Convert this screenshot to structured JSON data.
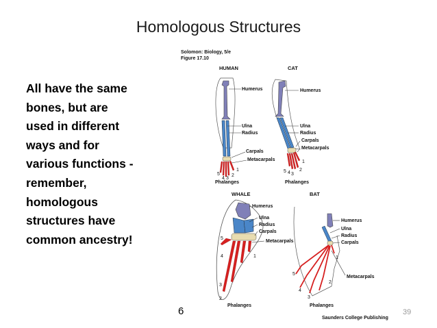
{
  "slide": {
    "title": "Homologous Structures",
    "body_lines": [
      "All have the same",
      "bones, but are",
      "used in different",
      "ways and for",
      "various functions -",
      "remember,",
      "homologous",
      "structures have",
      "common ancestry!"
    ],
    "slide_number": "6",
    "page_number": "39"
  },
  "figure": {
    "source": "Solomon: Biology, 5/e",
    "figure_id": "Figure 17.10",
    "publisher": "Saunders College Publishing",
    "panels": {
      "human": "HUMAN",
      "cat": "CAT",
      "whale": "WHALE",
      "bat": "BAT"
    },
    "labels": {
      "humerus": "Humerus",
      "ulna": "Ulna",
      "radius": "Radius",
      "carpals": "Carpals",
      "metacarpals": "Metacarpals",
      "phalanges": "Phalanges"
    },
    "digits": [
      "1",
      "2",
      "3",
      "4",
      "5"
    ],
    "colors": {
      "humerus": "#8080b8",
      "ulna_radius": "#4a86c8",
      "carpals": "#e8dcb0",
      "metacarpals_phalanges": "#d62020"
    }
  }
}
